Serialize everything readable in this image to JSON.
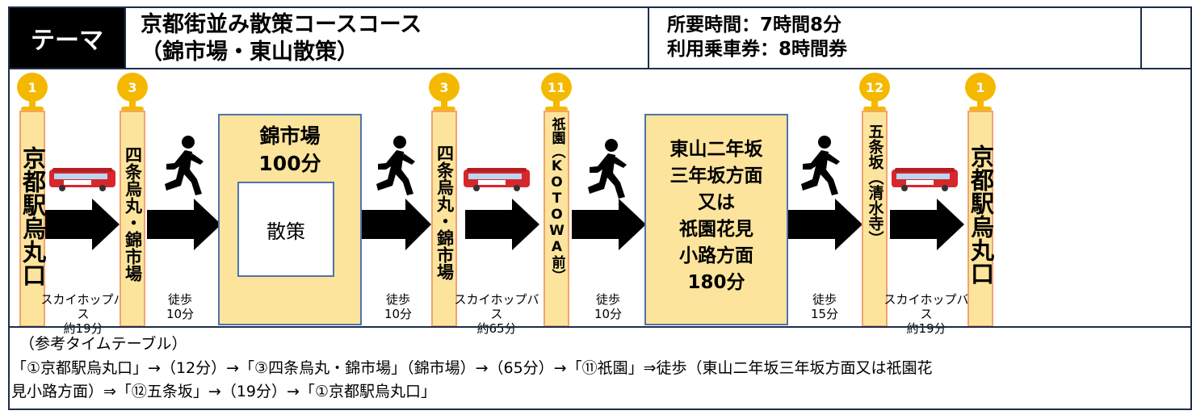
{
  "header": {
    "theme_label": "テーマ",
    "title_line1": "京都街並み散策コースコース",
    "title_line2": "（錦市場・東山散策）",
    "duration": "所要時間：7時間8分",
    "ticket": "利用乗車券：8時間券"
  },
  "stops": [
    {
      "number": "1",
      "name": "京都駅烏丸口"
    },
    {
      "number": "3",
      "name": "四条烏丸・錦市場"
    },
    {
      "number": "3",
      "name": "四条烏丸・錦市場"
    },
    {
      "number": "11",
      "name": "祇園（KOTOWA前）"
    },
    {
      "number": "12",
      "name": "五条坂（清水寺）"
    },
    {
      "number": "1",
      "name": "京都駅烏丸口"
    }
  ],
  "segments": [
    {
      "mode": "スカイホップバス",
      "time": "約19分"
    },
    {
      "mode": "徒歩",
      "time": "10分"
    },
    {
      "mode": "徒歩",
      "time": "10分"
    },
    {
      "mode": "スカイホップバス",
      "time": "約65分"
    },
    {
      "mode": "徒歩",
      "time": "10分"
    },
    {
      "mode": "徒歩",
      "time": "15分"
    },
    {
      "mode": "スカイホップバス",
      "time": "約19分"
    }
  ],
  "spots": {
    "nishiki": {
      "name": "錦市場",
      "time": "100分",
      "activity": "散策"
    },
    "higashiyama": {
      "l1": "東山二年坂",
      "l2": "三年坂方面",
      "l3": "又は",
      "l4": "祇園花見",
      "l5": "小路方面",
      "time": "180分"
    }
  },
  "timetable": {
    "heading": "（参考タイムテーブル）",
    "line1": "「①京都駅烏丸口」→（12分）→「③四条烏丸・錦市場」（錦市場）→（65分）→「⑪祇園」⇒徒歩（東山二年坂三年坂方面又は祇園花",
    "line2": "見小路方面）⇒「⑫五条坂」→（19分）→「①京都駅烏丸口」"
  },
  "colors": {
    "stop_fill": "#fde49c",
    "stop_border": "#f2a36b",
    "badge": "#f5b800",
    "box_border": "#4f74a8",
    "bus_red": "#d7272c"
  }
}
